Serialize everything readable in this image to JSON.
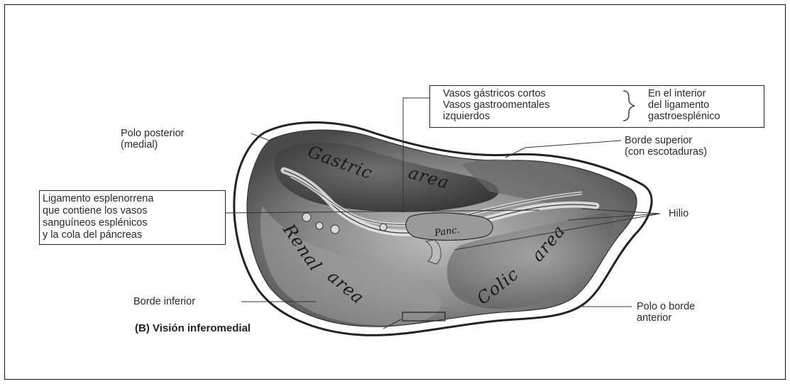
{
  "labels": {
    "box_top": {
      "line1": "Vasos gástricos cortos",
      "line2": "Vasos gastroomentales",
      "line3": "izquierdos",
      "right1": "En el interior",
      "right2": "del ligamento",
      "right3": "gastroesplénico"
    },
    "polo_posterior": {
      "line1": "Polo posterior",
      "line2": "(medial)"
    },
    "borde_superior": {
      "line1": "Borde superior",
      "line2": "(con escotaduras)"
    },
    "box_left": {
      "line1": "Ligamento esplenorrena",
      "line2": "que contiene los vasos",
      "line3": "sanguíneos esplénicos",
      "line4": "y la cola del páncreas"
    },
    "hilio": "Hilio",
    "borde_inferior": "Borde inferior",
    "polo_anterior": {
      "line1": "Polo o borde",
      "line2": "anterior"
    },
    "caption": "(B) Visión inferomedial"
  },
  "organ_labels": {
    "gastric": "Gastric",
    "area1": "area",
    "renal": "Renal",
    "area2": "area",
    "colic": "Colic",
    "area3": "area",
    "panc": "Panc."
  },
  "colors": {
    "organ_dark": "#3a3a3a",
    "organ_mid": "#7d7d7d",
    "organ_light": "#c9c9c9"
  }
}
